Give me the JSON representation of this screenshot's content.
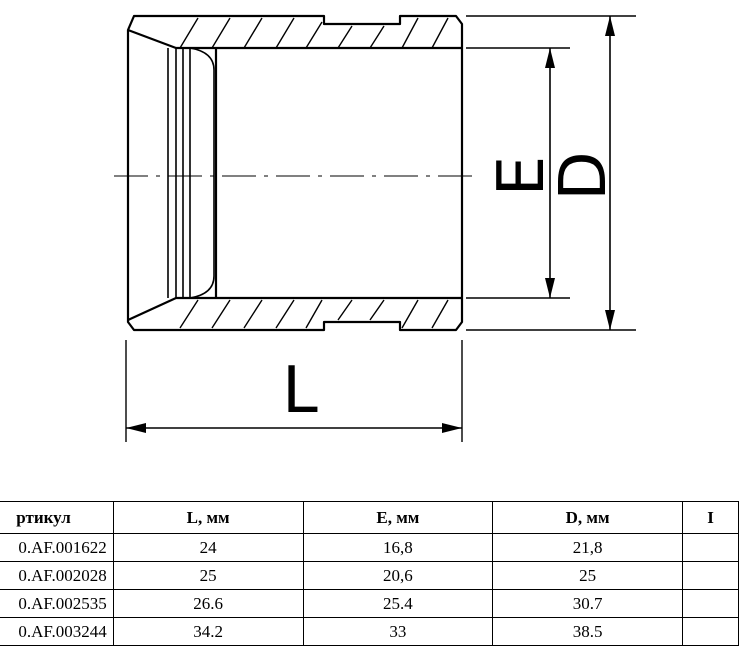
{
  "drawing": {
    "dimension_labels": {
      "length": "L",
      "inner": "E",
      "outer": "D"
    },
    "colors": {
      "line": "#000000",
      "background": "#ffffff"
    }
  },
  "table": {
    "headers": [
      "ртикул",
      "L, мм",
      "E, мм",
      "D, мм",
      "I"
    ],
    "rows": [
      [
        "0.AF.001622",
        "24",
        "16,8",
        "21,8",
        ""
      ],
      [
        "0.AF.002028",
        "25",
        "20,6",
        "25",
        ""
      ],
      [
        "0.AF.002535",
        "26.6",
        "25.4",
        "30.7",
        ""
      ],
      [
        "0.AF.003244",
        "34.2",
        "33",
        "38.5",
        ""
      ]
    ]
  }
}
